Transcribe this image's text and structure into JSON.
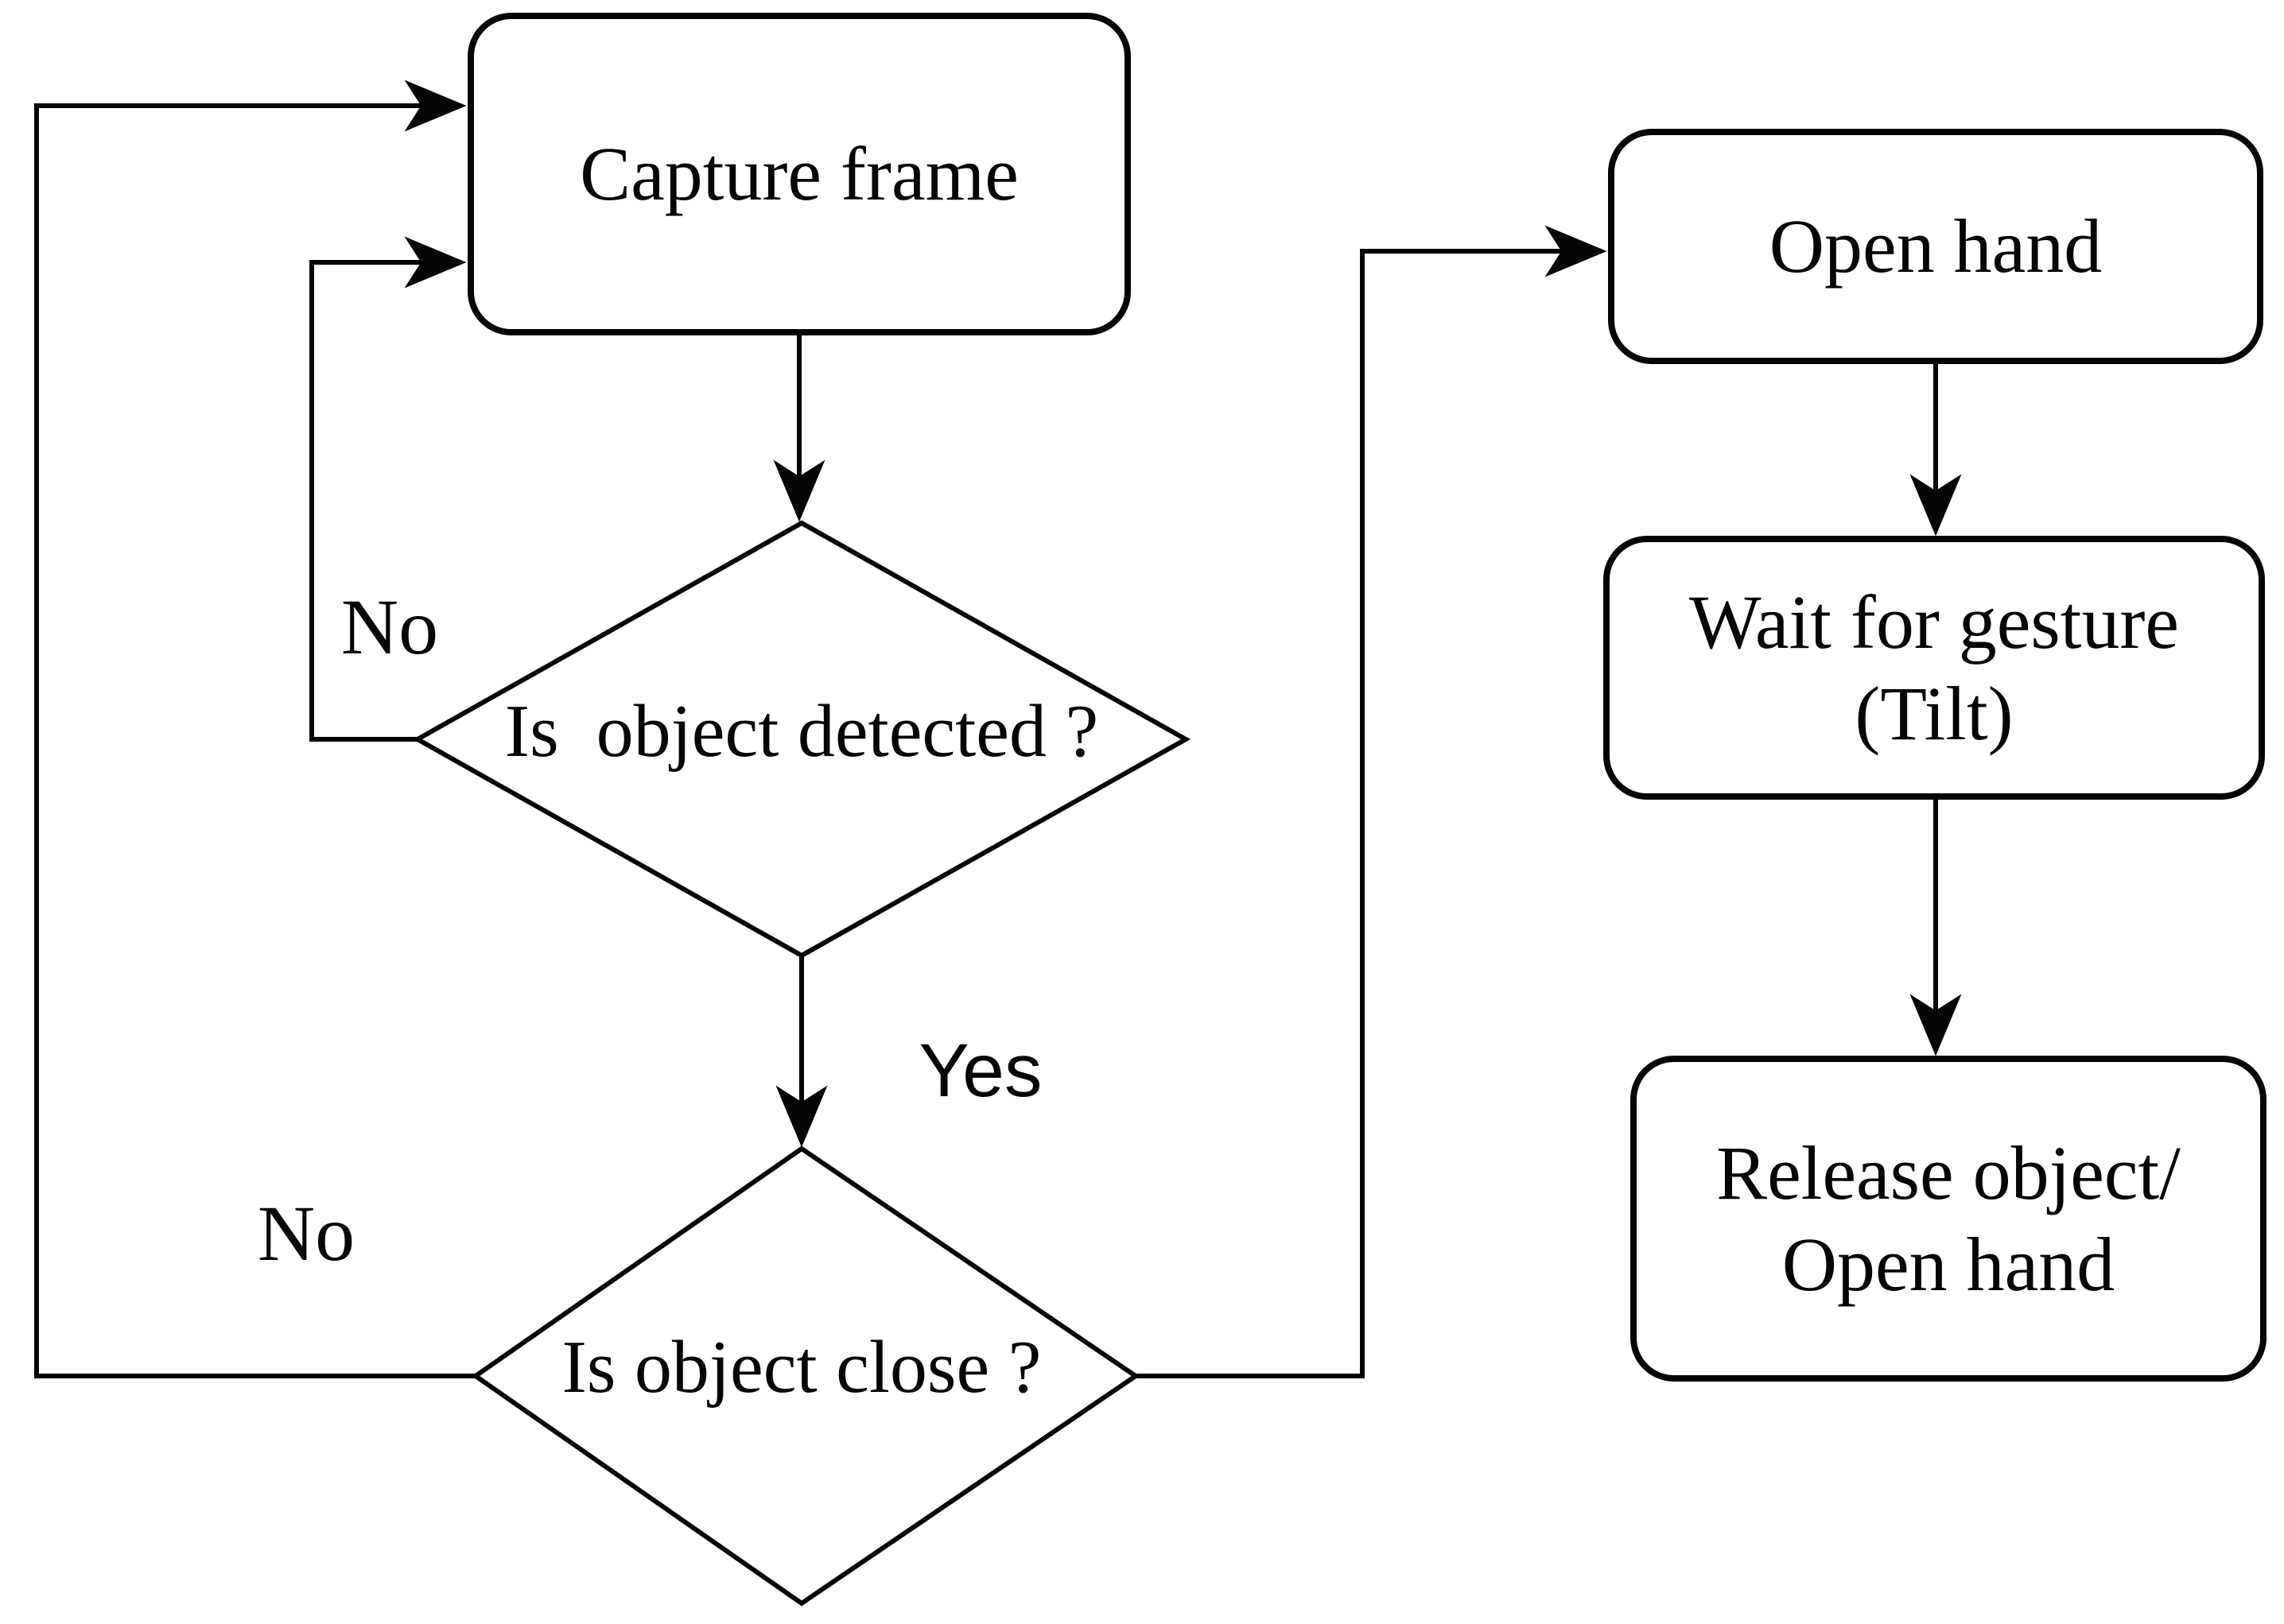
{
  "diagram": {
    "background_color": "#ffffff",
    "line_color": "#050505",
    "nodes": {
      "capture_frame": {
        "label": "Capture frame",
        "type": "process"
      },
      "is_object_detected": {
        "label": "Is  object detected ?",
        "type": "decision"
      },
      "is_object_close": {
        "label": "Is object close ?",
        "type": "decision"
      },
      "open_hand": {
        "label": "Open hand",
        "type": "process"
      },
      "wait_for_gesture": {
        "line1": "Wait for gesture",
        "line2": "(Tilt)",
        "type": "process"
      },
      "release_object": {
        "line1": "Release object/",
        "line2": "Open hand",
        "type": "process"
      }
    },
    "edge_labels": {
      "detected_no": "No",
      "detected_yes": "Yes",
      "close_no": "No"
    }
  }
}
